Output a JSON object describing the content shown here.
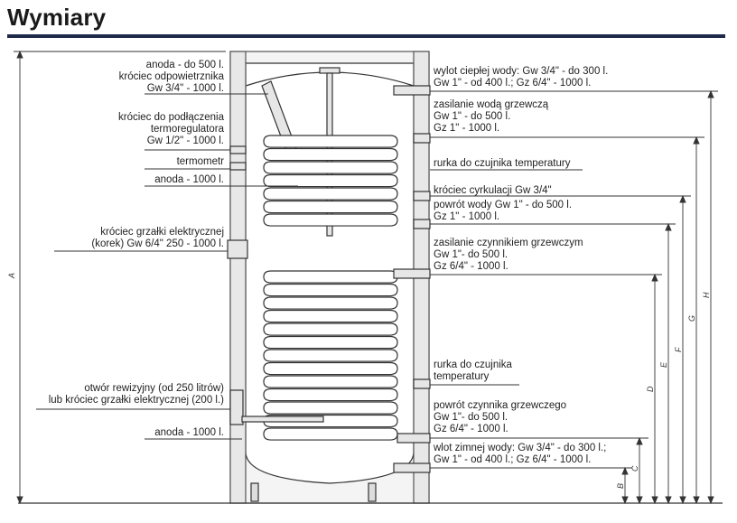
{
  "title": "Wymiary",
  "labels_left": {
    "anode_top": [
      "anoda - do 500 l.",
      "króciec odpowietrznika",
      "Gw 3/4\" - 1000 l."
    ],
    "thermoreg": [
      "króciec do podłączenia",
      "termoregulatora",
      "Gw 1/2\" - 1000 l."
    ],
    "thermometer": "termometr",
    "anode_1000": "anoda - 1000 l.",
    "heater": [
      "króciec grzałki elektrycznej",
      "(korek) Gw 6/4\" 250 - 1000 l."
    ],
    "inspection": [
      "otwór rewizyjny (od 250 litrów)",
      "lub króciec grzałki elektrycznej (200 l.)"
    ],
    "anode_bottom": "anoda - 1000 l."
  },
  "labels_right": {
    "hot_water": [
      "wylot ciepłej wody: Gw 3/4\" - do 300 l.",
      "Gw 1\" - od 400 l.; Gz 6/4\" - 1000 l."
    ],
    "heating_supply": [
      "zasilanie wodą grzewczą",
      "Gw 1\" - do 500 l.",
      "Gz 1\" - 1000 l."
    ],
    "sensor_top": "rurka do czujnika temperatury",
    "circulation": "króciec cyrkulacji Gw 3/4\"",
    "heating_return": [
      "powrót wody Gw 1\" - do 500 l.",
      "Gz 1\" - 1000 l."
    ],
    "medium_supply": [
      "zasilanie czynnikiem grzewczym",
      "Gw 1\"- do 500 l.",
      "Gz 6/4\" - 1000 l."
    ],
    "sensor_bottom": [
      "rurka do czujnika",
      "temperatury"
    ],
    "medium_return": [
      "powrót czynnika grzewczego",
      "Gw 1\"- do 500 l.",
      "Gz 6/4\" - 1000 l."
    ],
    "cold_water": [
      "wlot zimnej wody: Gw 3/4\" - do 300 l.;",
      "Gw 1\" - od 400 l.; Gz 6/4\" - 1000 l."
    ]
  },
  "dimensions": {
    "A": "A",
    "B": "B",
    "C": "C",
    "D": "D",
    "E": "E",
    "F": "F",
    "G": "G",
    "H": "H"
  },
  "colors": {
    "title_rule": "#1e2a48",
    "line": "#333333",
    "tank_fill": "#f2f2f2"
  }
}
